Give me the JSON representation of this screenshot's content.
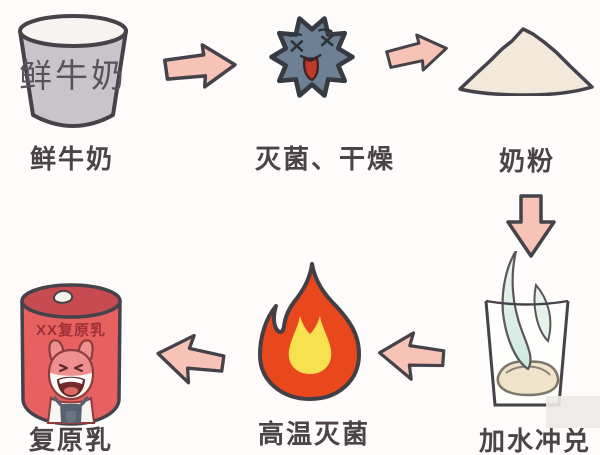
{
  "page": {
    "background": "#fdfcfb",
    "description_type": "process-flow-diagram"
  },
  "stages": [
    {
      "id": "fresh-milk",
      "label": "鲜牛奶",
      "icon": "milk-bucket-icon",
      "icon_text": "鲜牛奶"
    },
    {
      "id": "sterilize-dry",
      "label": "灭菌、干燥",
      "icon": "dead-germ-icon",
      "icon_text": ""
    },
    {
      "id": "milk-powder",
      "label": "奶粉",
      "icon": "powder-pile-icon",
      "icon_text": ""
    },
    {
      "id": "add-water-mix",
      "label": "加水冲兑",
      "icon": "glass-pouring-water-icon",
      "icon_text": ""
    },
    {
      "id": "high-temp-sterilize",
      "label": "高温灭菌",
      "icon": "flame-icon",
      "icon_text": ""
    },
    {
      "id": "reconstituted-milk",
      "label": "复原乳",
      "icon": "milk-can-icon",
      "icon_text": "XX复原乳"
    }
  ],
  "arrows": [
    {
      "from": "fresh-milk",
      "to": "sterilize-dry",
      "direction": "right"
    },
    {
      "from": "sterilize-dry",
      "to": "milk-powder",
      "direction": "right"
    },
    {
      "from": "milk-powder",
      "to": "add-water-mix",
      "direction": "down"
    },
    {
      "from": "add-water-mix",
      "to": "high-temp-sterilize",
      "direction": "left"
    },
    {
      "from": "high-temp-sterilize",
      "to": "reconstituted-milk",
      "direction": "left"
    }
  ],
  "colors": {
    "background": "#fdfcfb",
    "outline": "#45424a",
    "label_text": "#4b4347",
    "arrow_fill": "#f6c3b6",
    "bucket_gray": "#c8c5ca",
    "milk_white": "#f6f4f0",
    "bucket_text": "#57525b",
    "germ_body": "#6e8094",
    "germ_tongue": "#bf3a2b",
    "powder_cream": "#f3e9da",
    "flame_orange": "#e8481c",
    "flame_yellow": "#f7e14e",
    "can_red": "#e66160",
    "can_lid_red": "#c74b50",
    "can_text_red": "#9e3036",
    "character_pink": "#ee9090",
    "overalls_gray": "#596270",
    "water_teal": "#d5ece2"
  }
}
